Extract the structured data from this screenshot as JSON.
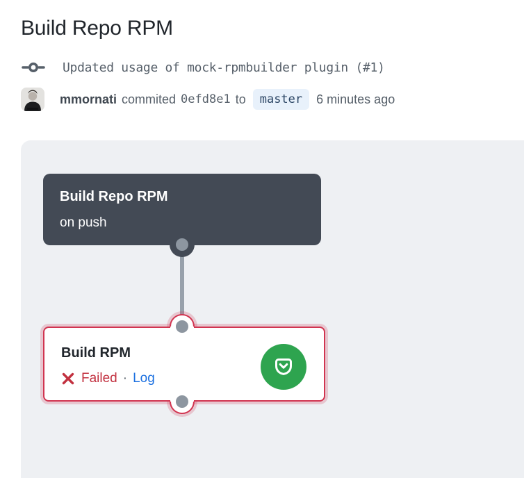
{
  "page": {
    "title": "Build Repo RPM"
  },
  "run_header": {
    "commit_message": "Updated usage of mock-rpmbuilder plugin (#1)",
    "author": "mmornati",
    "action_text": "commited",
    "commit_sha": "0efd8e1",
    "to_text": "to",
    "branch": "master",
    "time_ago": "6 minutes ago"
  },
  "pipeline": {
    "workflow_node": {
      "title": "Build Repo RPM",
      "trigger": "on push"
    },
    "job_node": {
      "title": "Build RPM",
      "status": "Failed",
      "separator": "·",
      "log_label": "Log"
    }
  },
  "icons": {
    "commit_icon": "git-commit",
    "failed_icon": "x-cross",
    "badge_icon": "shield-chevron-down"
  },
  "colors": {
    "page_text": "#20252b",
    "muted": "#57606a",
    "name": "#3f4750",
    "panel": "#eef0f3",
    "node_dark": "#434a55",
    "node_text": "#ffffff",
    "job_text": "#21262c",
    "edge": "#98a1ab",
    "dot": "#8d96a0",
    "red_border": "#d13450",
    "red_halo": "rgba(209,52,80,0.22)",
    "failed_red": "#c2303f",
    "link_blue": "#1a6fe0",
    "green": "#2ea44f",
    "branch_bg": "#e8f1fb",
    "branch_text": "#2c4665"
  }
}
